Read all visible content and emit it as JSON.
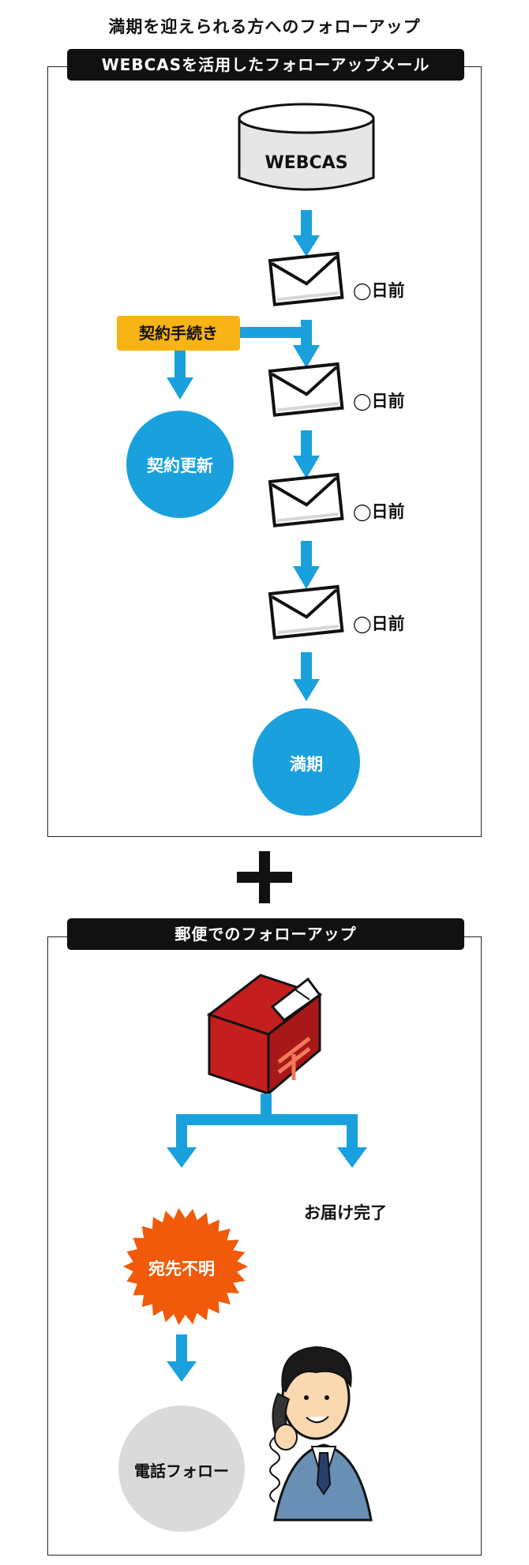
{
  "title": "満期を迎えられる方へのフォローアップ",
  "email_section": {
    "header": "WEBCASを活用したフォローアップメール",
    "database_label": "WEBCAS",
    "email_labels": [
      "◯日前",
      "◯日前",
      "◯日前",
      "◯日前"
    ],
    "contract_procedure": "契約手続き",
    "renewal": "契約更新",
    "expiry": "満期"
  },
  "plus_icon": "plus-icon",
  "postal_section": {
    "header": "郵便でのフォローアップ",
    "mailbox_icon": "mailbox-icon",
    "delivered": "お届け完了",
    "unknown_address": "宛先不明",
    "phone_follow": "電話フォロー"
  },
  "colors": {
    "arrow_blue": "#1aa1dd",
    "circle_blue": "#1aa1dd",
    "badge_yellow": "#f8b315",
    "burst_orange": "#f05a0a",
    "gray_circle": "#dadada",
    "mailbox_red": "#c41e1e"
  }
}
